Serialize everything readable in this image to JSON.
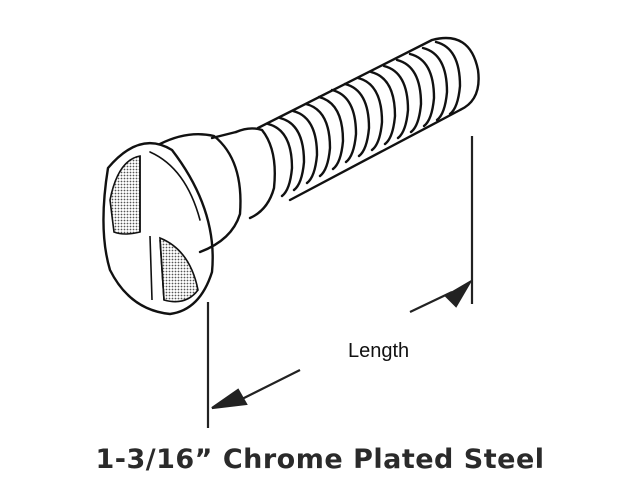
{
  "diagram": {
    "subject": "screw",
    "dimension": {
      "label": "Length"
    },
    "caption": "1-3/16” Chrome Plated Steel",
    "colors": {
      "line": "#111111",
      "shading": "#cfcfcf",
      "caption": "#2a2a2a",
      "background": "#ffffff"
    }
  }
}
